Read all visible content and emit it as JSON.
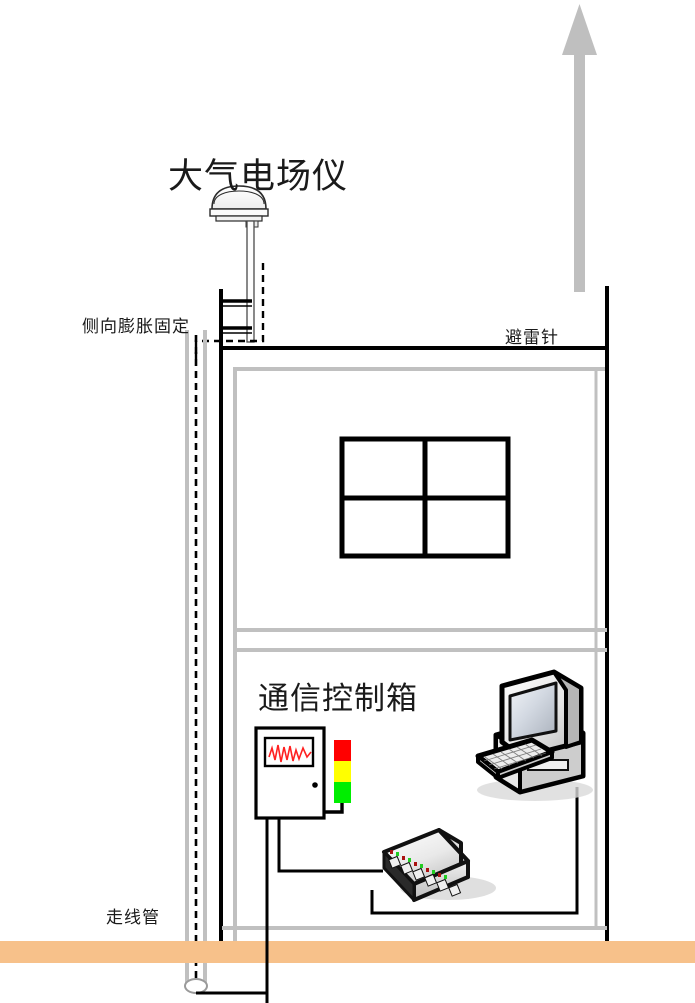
{
  "diagram": {
    "title": "大气电场仪",
    "labels": {
      "field_meter": "大气电场仪",
      "lateral_mount": "侧向膨胀固定",
      "lightning_rod": "避雷针",
      "control_box": "通信控制箱",
      "cable_conduit": "走线管"
    },
    "colors": {
      "outline": "#000000",
      "wall_light": "#c0c0c0",
      "lightning_rod": "#bfbfbf",
      "ground": "#f7c18a",
      "indicator_red": "#ff0000",
      "indicator_yellow": "#ffff00",
      "indicator_green": "#00ee00",
      "waveform": "#ff2020",
      "device_light": "#f2f2f2",
      "device_mid": "#cfcfcf",
      "device_dark": "#6e6e6e",
      "shadow": "#d9d9d9"
    },
    "components": [
      {
        "name": "atmospheric-electric-field-meter",
        "label": "大气电场仪"
      },
      {
        "name": "lateral-expansion-mount",
        "label": "侧向膨胀固定"
      },
      {
        "name": "lightning-rod",
        "label": "避雷针"
      },
      {
        "name": "communication-control-box",
        "label": "通信控制箱"
      },
      {
        "name": "cable-conduit",
        "label": "走线管"
      },
      {
        "name": "signal-tower",
        "label": ""
      },
      {
        "name": "network-switch",
        "label": ""
      },
      {
        "name": "desktop-computer",
        "label": ""
      },
      {
        "name": "window",
        "label": ""
      },
      {
        "name": "ground-line",
        "label": ""
      }
    ],
    "signal_tower_segments": [
      "red",
      "yellow",
      "green"
    ],
    "switch_port_count": 6
  }
}
